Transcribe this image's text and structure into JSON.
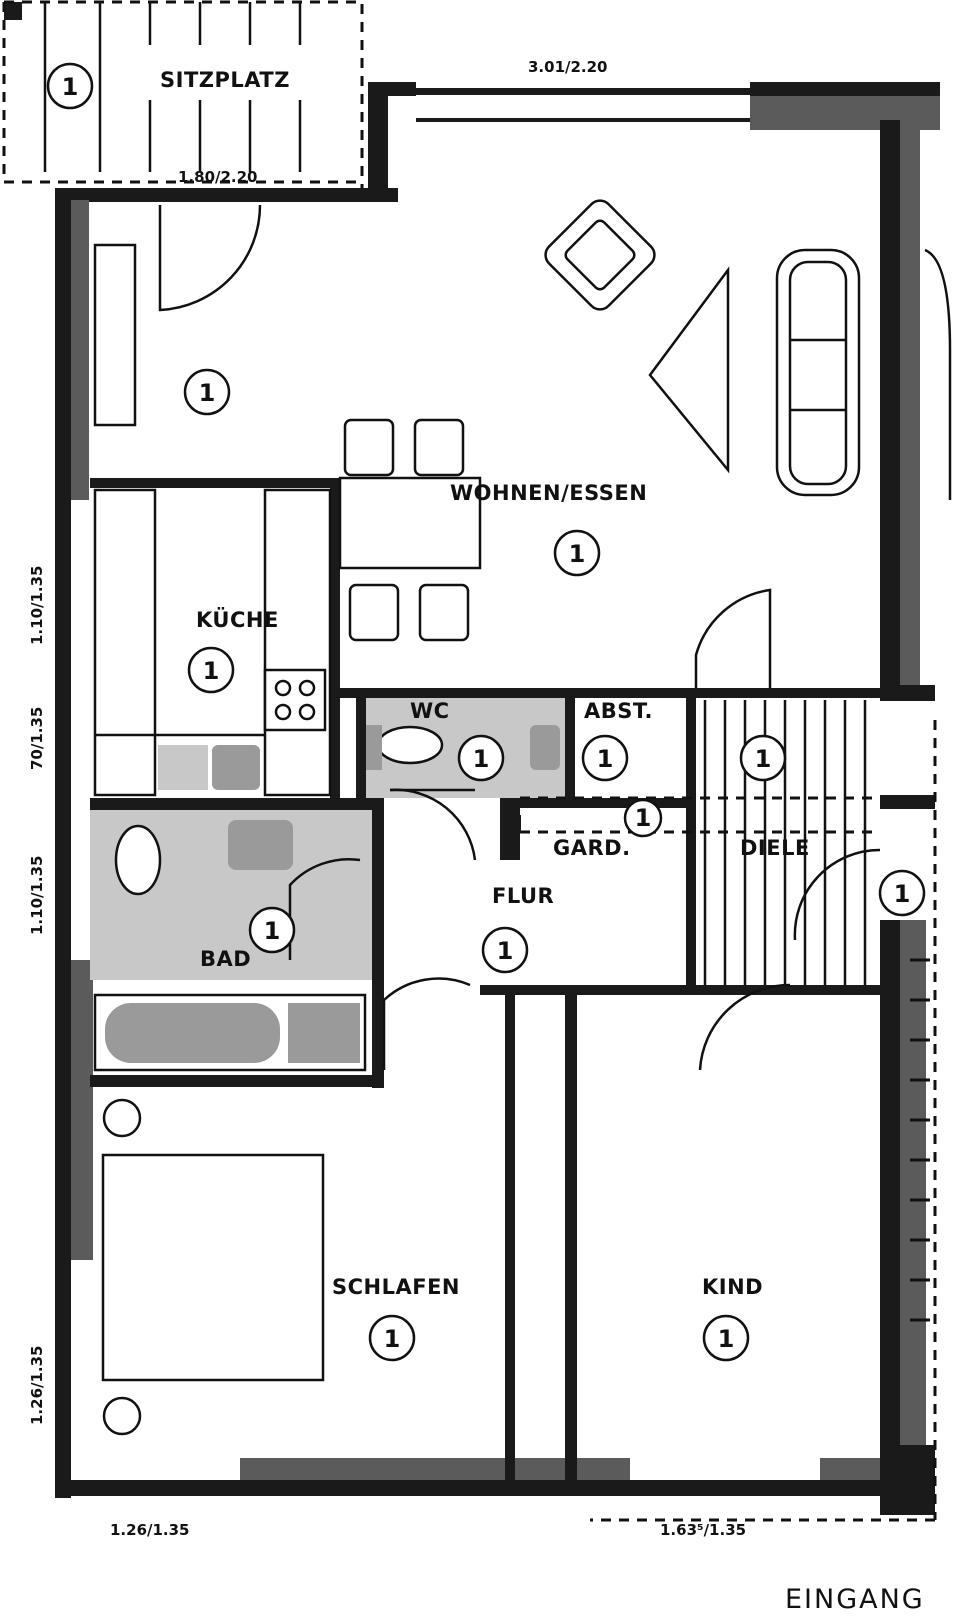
{
  "rooms": {
    "sitzplatz": {
      "label": "SITZPLATZ",
      "marker": "1"
    },
    "wohnen_essen": {
      "label": "WOHNEN/ESSEN",
      "marker": "1"
    },
    "kitchen_area": {
      "marker": "1"
    },
    "kueche": {
      "label": "KÜCHE",
      "marker": "1"
    },
    "wc": {
      "label": "WC",
      "marker": "1"
    },
    "abst": {
      "label": "ABST.",
      "marker": "1"
    },
    "diele": {
      "label": "DIELE",
      "marker": "1"
    },
    "gard": {
      "label": "GARD.",
      "marker": "1"
    },
    "bad": {
      "label": "BAD",
      "marker": "1"
    },
    "flur": {
      "label": "FLUR",
      "marker": "1"
    },
    "eingang_area": {
      "marker": "1"
    },
    "schlafen": {
      "label": "SCHLAFEN",
      "marker": "1"
    },
    "kind": {
      "label": "KIND",
      "marker": "1"
    }
  },
  "dimensions": {
    "top_window": "3.01/2.20",
    "sitzplatz_door": "1.80/2.20",
    "left_kitchen": "1.10/1.35",
    "left_wc": "70/1.35",
    "left_bad": "1.10/1.35",
    "left_schlafen": "1.26/1.35",
    "bottom_schlafen": "1.26/1.35",
    "bottom_kind": "1.63⁵/1.35"
  },
  "entrance_label": "EINGANG"
}
